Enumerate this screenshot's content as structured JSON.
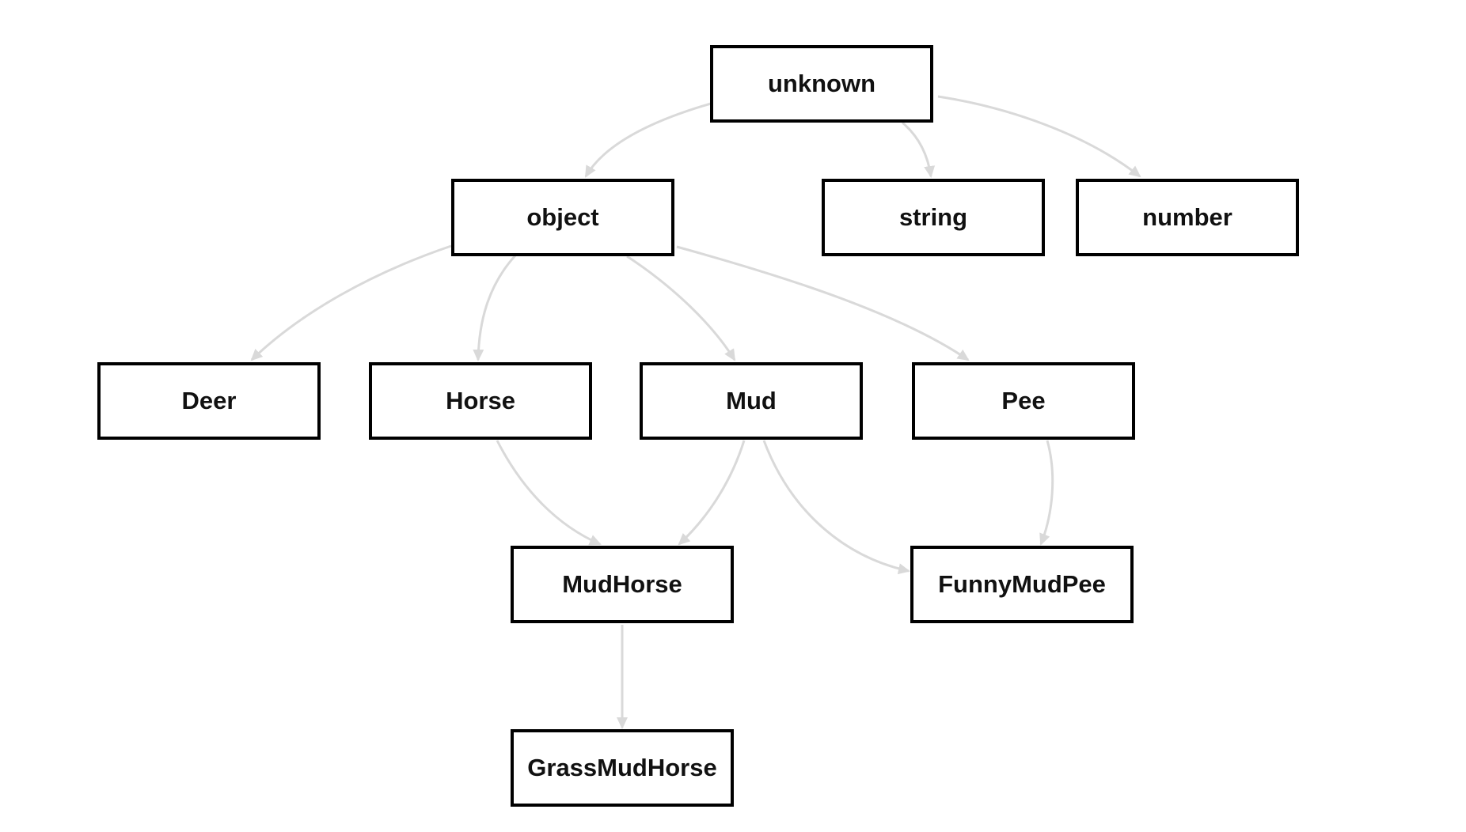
{
  "nodes": {
    "unknown": "unknown",
    "object": "object",
    "string": "string",
    "number": "number",
    "deer": "Deer",
    "horse": "Horse",
    "mud": "Mud",
    "pee": "Pee",
    "mudhorse": "MudHorse",
    "funnymudpee": "FunnyMudPee",
    "grassmudhorse": "GrassMudHorse"
  },
  "edges": [
    {
      "from": "unknown",
      "to": "object"
    },
    {
      "from": "unknown",
      "to": "string"
    },
    {
      "from": "unknown",
      "to": "number"
    },
    {
      "from": "object",
      "to": "deer"
    },
    {
      "from": "object",
      "to": "horse"
    },
    {
      "from": "object",
      "to": "mud"
    },
    {
      "from": "object",
      "to": "pee"
    },
    {
      "from": "horse",
      "to": "mudhorse"
    },
    {
      "from": "mud",
      "to": "mudhorse"
    },
    {
      "from": "mud",
      "to": "funnymudpee"
    },
    {
      "from": "pee",
      "to": "funnymudpee"
    },
    {
      "from": "mudhorse",
      "to": "grassmudhorse"
    }
  ],
  "colors": {
    "node_border": "#000000",
    "edge": "#d9d9d9",
    "background": "#ffffff"
  }
}
